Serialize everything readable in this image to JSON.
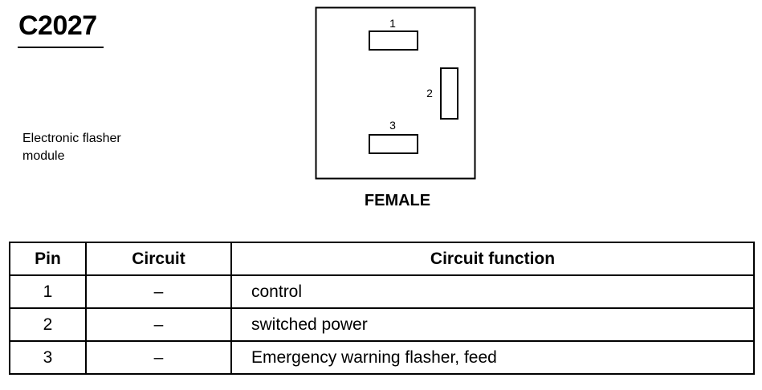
{
  "connector": {
    "id": "C2027",
    "description_line1": "Electronic flasher",
    "description_line2": "module",
    "view": "FEMALE"
  },
  "pin_labels": [
    "1",
    "2",
    "3"
  ],
  "table": {
    "headers": [
      "Pin",
      "Circuit",
      "Circuit function"
    ],
    "rows": [
      {
        "pin": "1",
        "circuit": "–",
        "function": "control"
      },
      {
        "pin": "2",
        "circuit": "–",
        "function": "switched power"
      },
      {
        "pin": "3",
        "circuit": "–",
        "function": "Emergency warning flasher, feed"
      }
    ]
  }
}
